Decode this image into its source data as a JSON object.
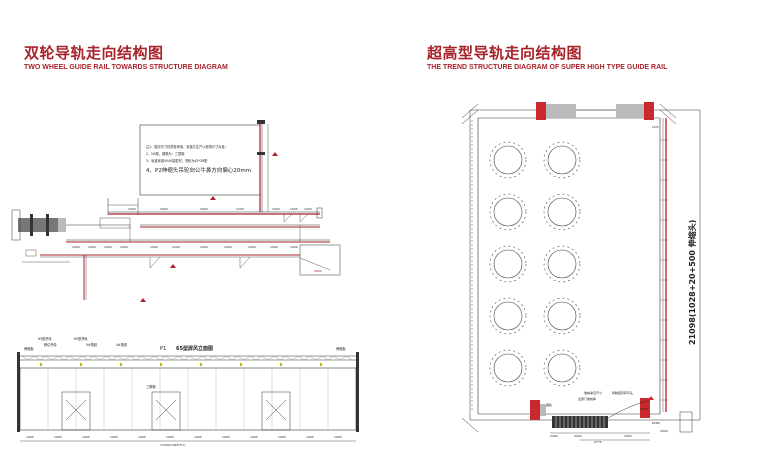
{
  "left": {
    "title_cn": "双轮导轨走向结构图",
    "title_en": "TWO WHEEL GUIDE RAIL TOWARDS STRUCTURE DIAGRAM",
    "notes": [
      "注1、图中尺寸仅供参考用，安装与生产以现场尺寸为准；",
      "2、N0型，钢筋为：三层钢",
      "3、轨道采用5040铝型材，滑轮为45*38型"
    ],
    "note_main": "4、P2伸缩头吊轮向公牛鼻方向偏心20mm",
    "dims_top": [
      "1000",
      "2000",
      "2000",
      "1000",
      "1000",
      "1000",
      "1000"
    ],
    "dims_bottom": [
      "1000",
      "1000",
      "1000",
      "1000",
      "1000",
      "1000",
      "1000",
      "1000",
      "1000",
      "1000",
      "1000"
    ],
    "dim_red": "2800",
    "elevation": {
      "label_p1": "P1",
      "label_main": "65型屏风立面图",
      "labels_left": [
        "65型吊轮",
        "移位吊轮",
        "伸缩板"
      ],
      "labels_top": [
        "65型滑轨",
        "5#角铁",
        "4#角铁"
      ],
      "label_right": "伸缩板",
      "label_middle": "三脚钢",
      "dims": [
        "1000",
        "1000",
        "1000",
        "1000",
        "1000",
        "1000",
        "1000",
        "1000",
        "1000",
        "1000",
        "1000",
        "1000"
      ],
      "dim_total": "17000(7048*5=)"
    }
  },
  "right": {
    "title_cn": "超高型导轨走向结构图",
    "title_en": "THE TREND STRUCTURE DIAGRAM OF SUPER HIGH TYPE GUIDE RAIL",
    "vertical_dim": "21098(1028+20+500 伸缩头)",
    "tick_label": "1028",
    "notes": [
      "收纳净空尺寸",
      "全部门收纳库",
      "特制弧形转弯头"
    ],
    "label_road": "路轨",
    "dim_4000": "4000",
    "dim_2400": "2400",
    "dim_1232": "1232",
    "dim_6775": "6775",
    "dim_3400": "3400",
    "dim_6289": "6289",
    "dim_3400b": "3400"
  }
}
